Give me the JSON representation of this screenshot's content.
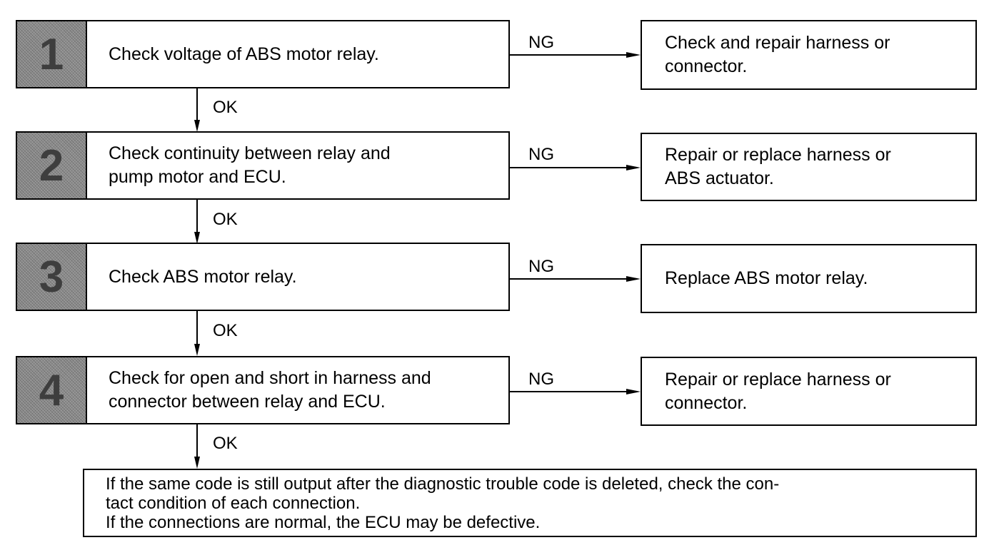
{
  "steps": [
    {
      "number": "1",
      "text": "Check voltage of ABS motor relay.",
      "ng_result": "Check and repair harness or\nconnector."
    },
    {
      "number": "2",
      "text": "Check continuity between relay and\npump motor and ECU.",
      "ng_result": "Repair or replace harness or\nABS actuator."
    },
    {
      "number": "3",
      "text": "Check ABS motor relay.",
      "ng_result": "Replace ABS motor relay."
    },
    {
      "number": "4",
      "text": "Check for open and short in harness and\nconnector between relay and ECU.",
      "ng_result": "Repair or replace harness or\nconnector."
    }
  ],
  "labels": {
    "ng": "NG",
    "ok": "OK"
  },
  "final_box": {
    "lines": [
      "If the same code is still output after the diagnostic trouble code is deleted, check the con-",
      "tact condition of each connection.",
      "If the connections are normal, the ECU may be defective."
    ]
  }
}
